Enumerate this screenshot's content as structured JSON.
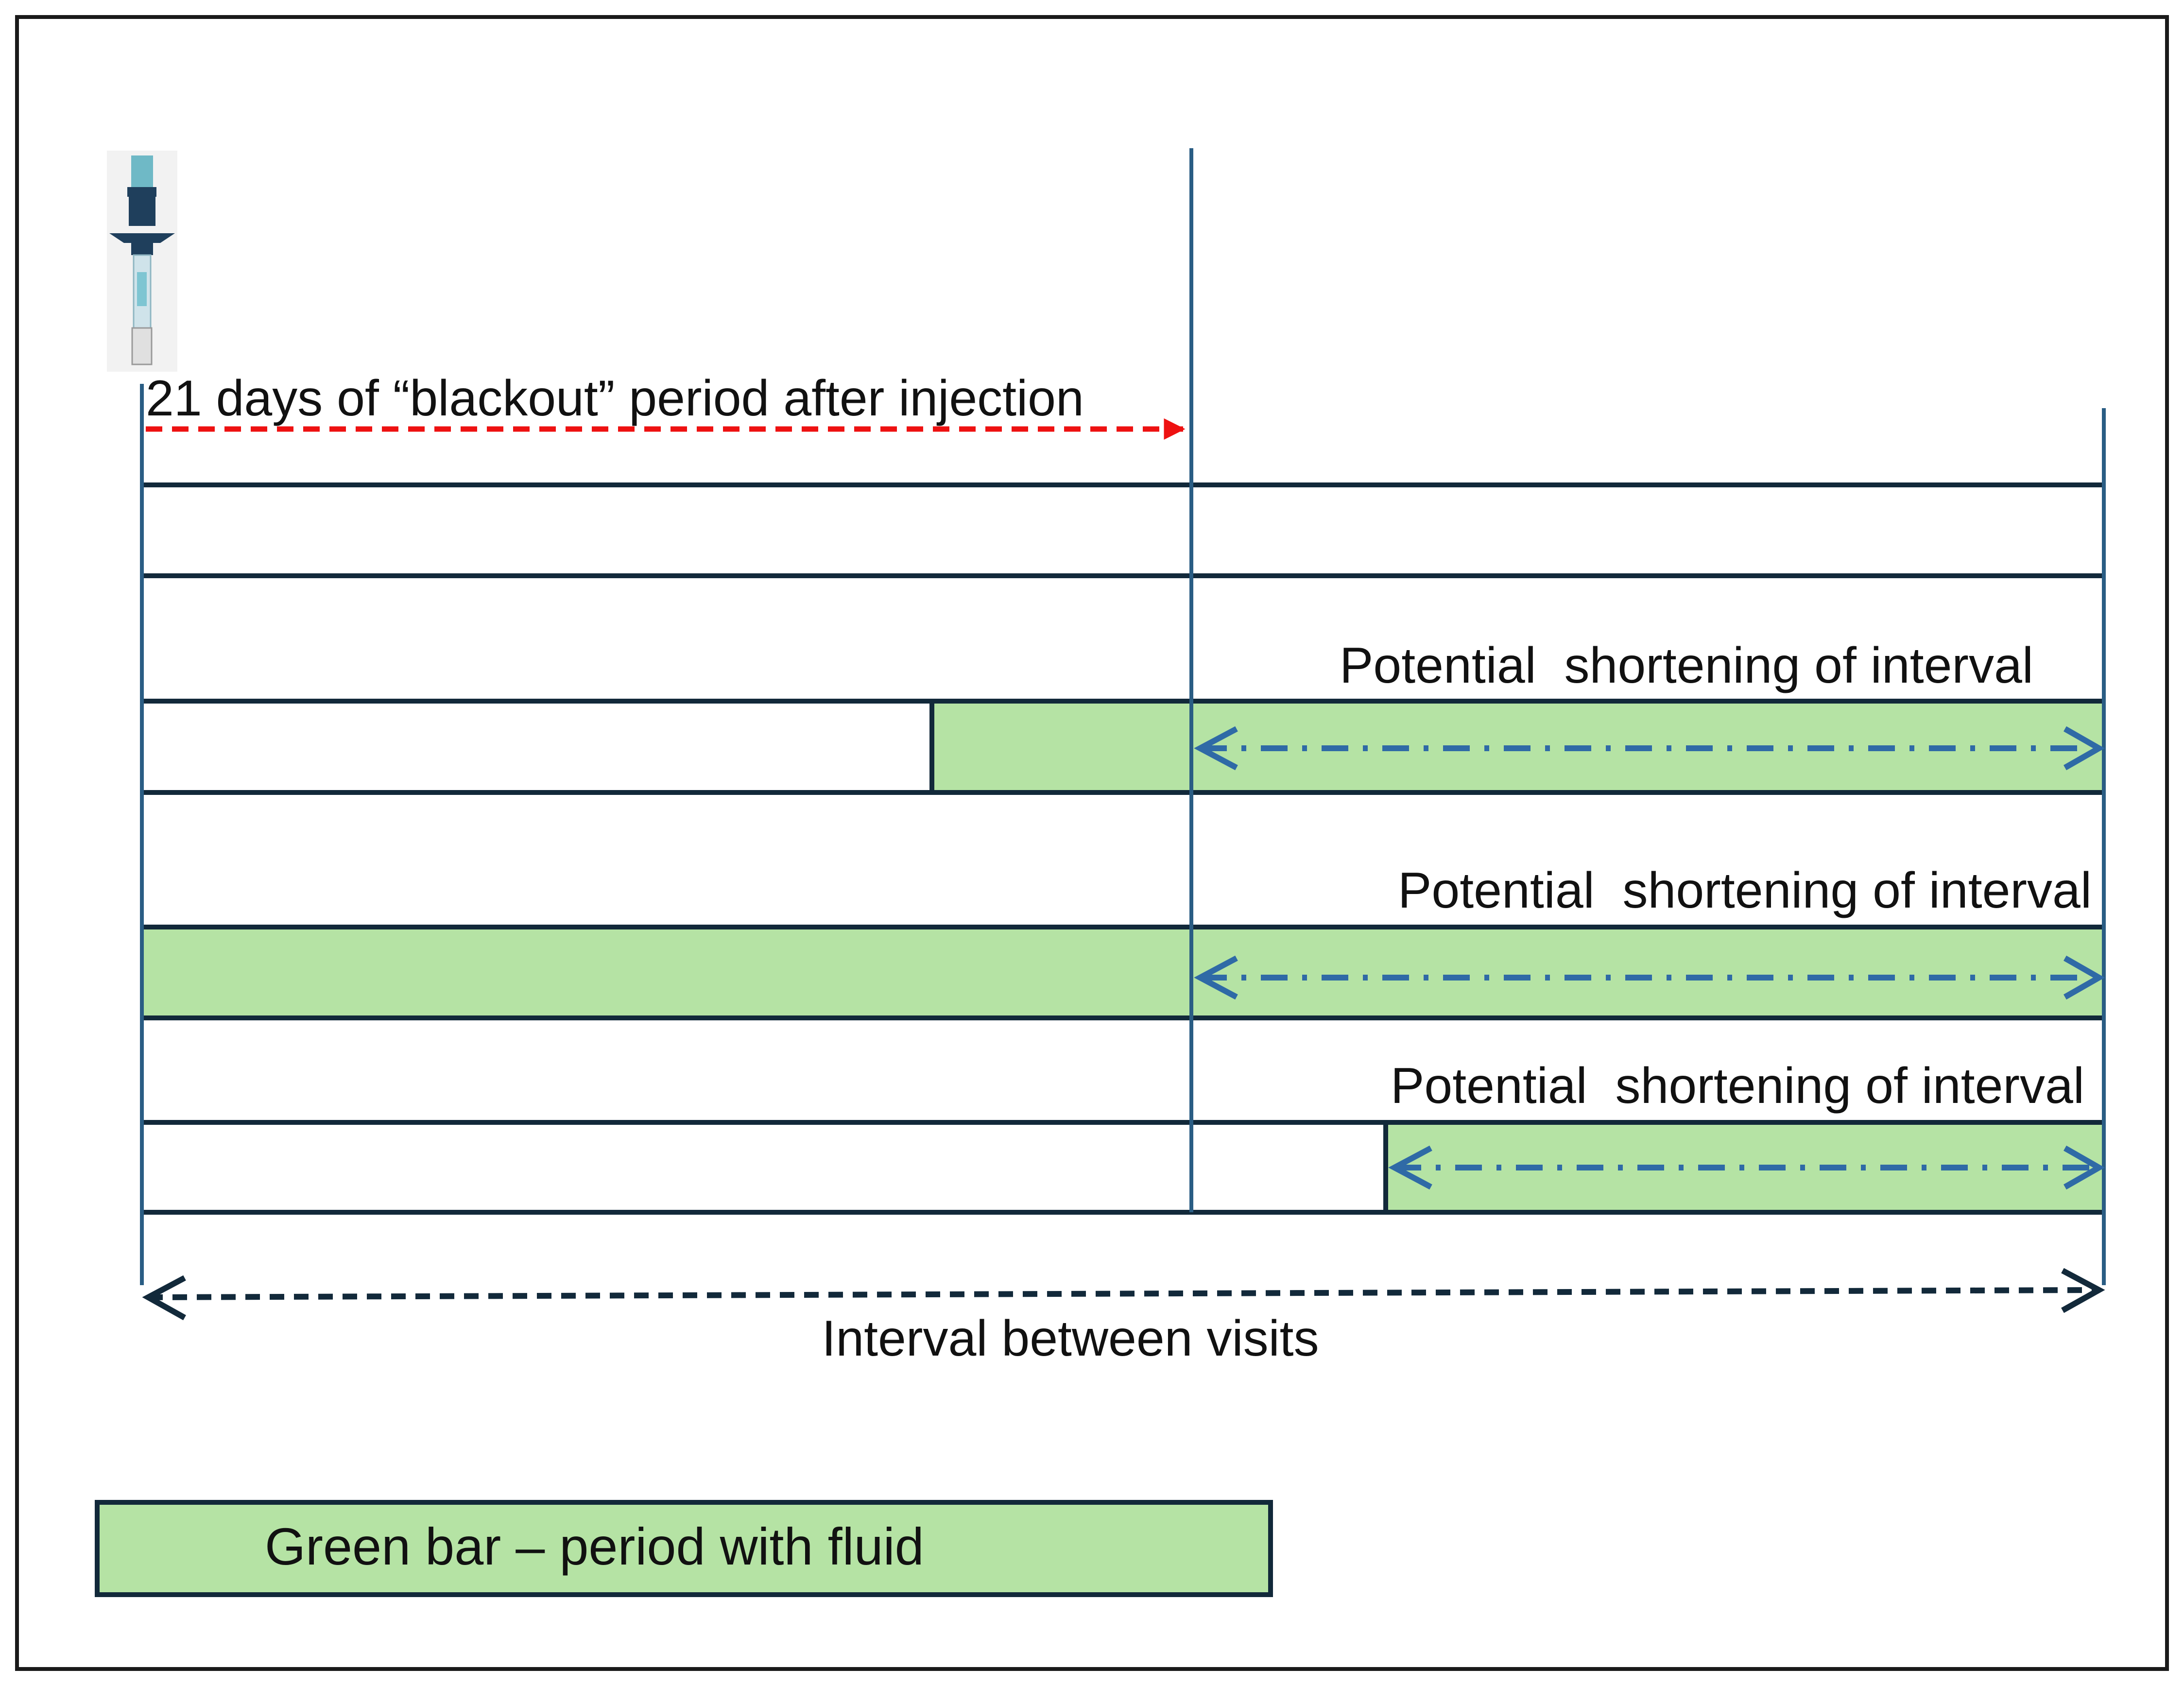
{
  "blackout_label": "21 days of “blackout” period after injection",
  "rows": [
    {
      "shortening_label": ""
    },
    {
      "shortening_label": "Potential  shortening of interval",
      "fluid_from_fraction": 0.4
    },
    {
      "shortening_label": "Potential  shortening of interval",
      "fluid_from_fraction": 0.0
    },
    {
      "shortening_label": "Potential  shortening of interval",
      "fluid_from_fraction": 0.635
    }
  ],
  "interval_label": "Interval between visits",
  "legend": {
    "label": "Green bar – period with fluid"
  },
  "colors": {
    "fluid_green": "#b5e3a4",
    "line_blue": "#2a5d84",
    "arrow_blue": "#2f6aa6",
    "blackout_red": "#ee1111",
    "dark": "#12293a"
  },
  "icons": {
    "injector": "injection-pen-icon"
  }
}
